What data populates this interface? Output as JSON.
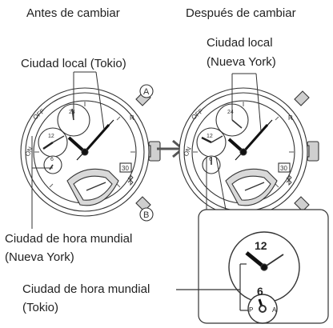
{
  "headings": {
    "before": "Antes de cambiar",
    "after": "Después de cambiar"
  },
  "labels": {
    "home_before": "Ciudad local (Tokio)",
    "home_after_line1": "Ciudad local",
    "home_after_line2": "(Nueva York)",
    "world_before_line1": "Ciudad de hora mundial",
    "world_before_line2": "(Nueva York)",
    "world_after_line1": "Ciudad de hora mundial",
    "world_after_line2": "(Tokio)"
  },
  "watch_markings": {
    "on": "ON",
    "off": "OFF",
    "r": "R",
    "button_a": "A",
    "button_b": "B",
    "date": "30",
    "sub24": "24",
    "sub12": "12",
    "sub6": "6",
    "pm": "P",
    "am": "A"
  },
  "colors": {
    "line": "#333333",
    "grey_fill": "#bfbfbf",
    "arrow": "#555555"
  }
}
